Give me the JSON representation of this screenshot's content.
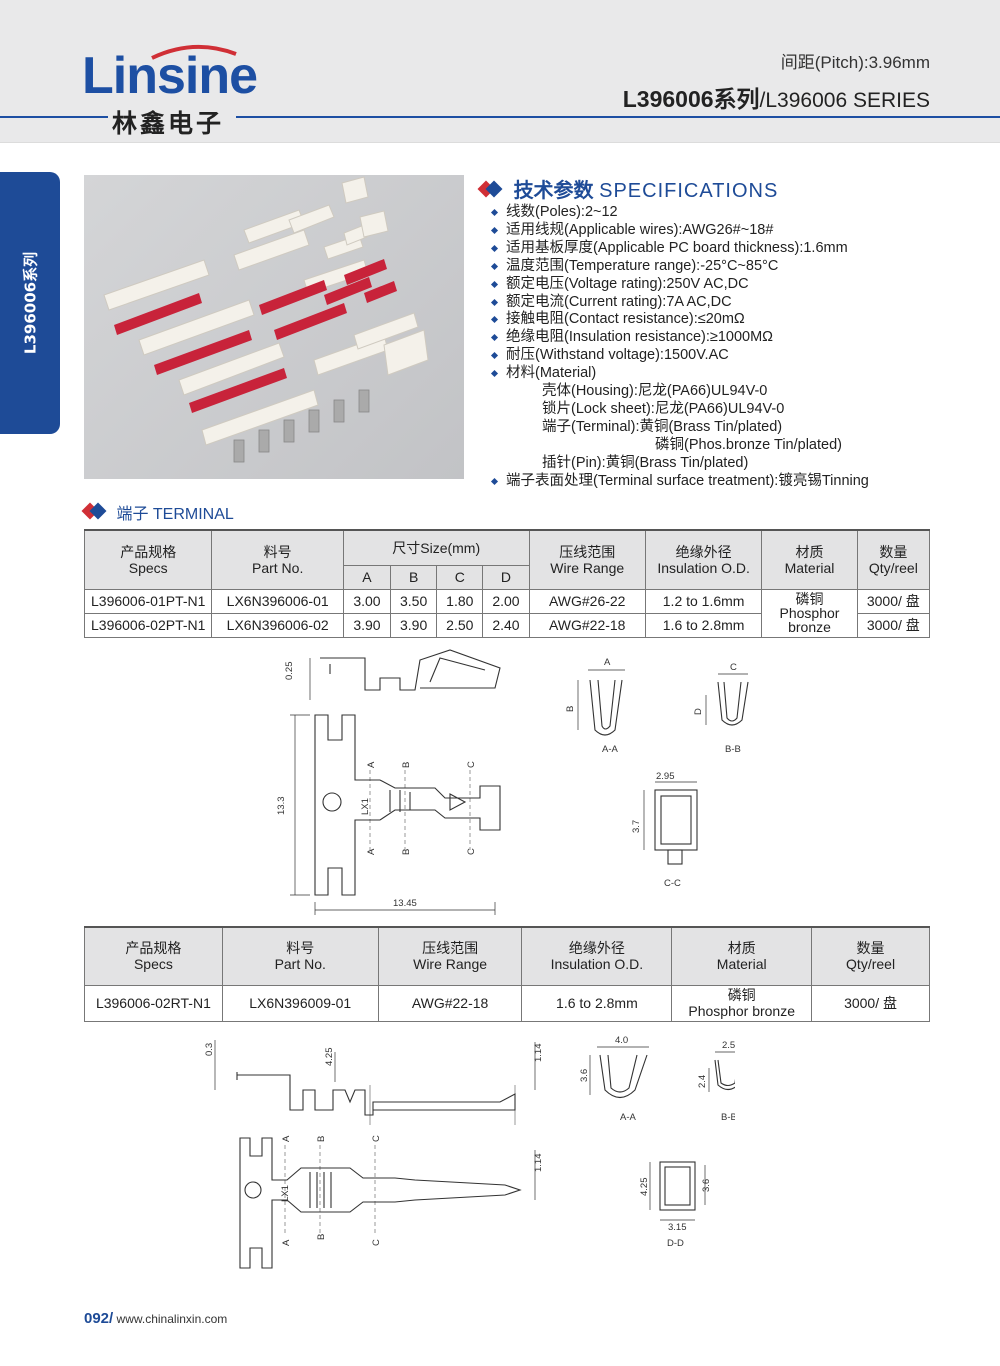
{
  "header": {
    "logo_word": "Linsine",
    "logo_cn": "林鑫电子",
    "pitch": "间距(Pitch):3.96mm",
    "series_bold": "L396006系列",
    "series_rest": "/L396006 SERIES"
  },
  "side_tab": "L396006系列",
  "specs": {
    "title_cn": "技术参数",
    "title_en": "SPECIFICATIONS",
    "items": [
      "线数(Poles):2~12",
      "适用线规(Applicable wires):AWG26#~18#",
      "适用基板厚度(Applicable PC board thickness):1.6mm",
      "温度范围(Temperature range):-25°C~85°C",
      "额定电压(Voltage rating):250V AC,DC",
      "额定电流(Current rating):7A AC,DC",
      "接触电阻(Contact resistance):≤20mΩ",
      "绝缘电阻(Insulation resistance):≥1000MΩ",
      "耐压(Withstand voltage):1500V.AC",
      "材料(Material)"
    ],
    "material": {
      "housing": "壳体(Housing):尼龙(PA66)UL94V-0",
      "lock": "锁片(Lock sheet):尼龙(PA66)UL94V-0",
      "terminal": "端子(Terminal):黄铜(Brass Tin/plated)",
      "terminal2": "磷铜(Phos.bronze Tin/plated)",
      "pin": "插针(Pin):黄铜(Brass Tin/plated)"
    },
    "finish": "端子表面处理(Terminal surface treatment):镀亮锡Tinning"
  },
  "terminal_title": "端子 TERMINAL",
  "table1": {
    "h_specs_cn": "产品规格",
    "h_specs_en": "Specs",
    "h_part_cn": "料号",
    "h_part_en": "Part No.",
    "h_size": "尺寸Size(mm)",
    "h_a": "A",
    "h_b": "B",
    "h_c": "C",
    "h_d": "D",
    "h_wire_cn": "压线范围",
    "h_wire_en": "Wire Range",
    "h_ins_cn": "绝缘外径",
    "h_ins_en": "Insulation O.D.",
    "h_mat_cn": "材质",
    "h_mat_en": "Material",
    "h_qty_cn": "数量",
    "h_qty_en": "Qty/reel",
    "material_cn": "磷铜",
    "material_en": "Phosphor bronze",
    "rows": [
      {
        "spec": "L396006-01PT-N1",
        "part": "LX6N396006-01",
        "a": "3.00",
        "b": "3.50",
        "c": "1.80",
        "d": "2.00",
        "wire": "AWG#26-22",
        "ins": "1.2 to 1.6mm",
        "qty": "3000/ 盘"
      },
      {
        "spec": "L396006-02PT-N1",
        "part": "LX6N396006-02",
        "a": "3.90",
        "b": "3.90",
        "c": "2.50",
        "d": "2.40",
        "wire": "AWG#22-18",
        "ins": "1.6 to 2.8mm",
        "qty": "3000/ 盘"
      }
    ]
  },
  "drawing1": {
    "d_025": "0.25",
    "d_133": "13.3",
    "d_1345": "13.45",
    "lbl_a": "A",
    "lbl_b": "B",
    "lbl_c": "C",
    "lbl_d": "D",
    "lx1": "LX1",
    "sec_aa": "A-A",
    "sec_bb": "B-B",
    "sec_cc": "C-C",
    "d_295": "2.95",
    "d_37": "3.7"
  },
  "table2": {
    "h_specs_cn": "产品规格",
    "h_specs_en": "Specs",
    "h_part_cn": "料号",
    "h_part_en": "Part No.",
    "h_wire_cn": "压线范围",
    "h_wire_en": "Wire Range",
    "h_ins_cn": "绝缘外径",
    "h_ins_en": "Insulation O.D.",
    "h_mat_cn": "材质",
    "h_mat_en": "Material",
    "h_qty_cn": "数量",
    "h_qty_en": "Qty/reel",
    "row": {
      "spec": "L396006-02RT-N1",
      "part": "LX6N396009-01",
      "wire": "AWG#22-18",
      "ins": "1.6 to 2.8mm",
      "mat_cn": "磷铜",
      "mat_en": "Phosphor bronze",
      "qty": "3000/ 盘"
    }
  },
  "drawing2": {
    "d_03": "0.3",
    "d_425": "4.25",
    "d_114": "1.14",
    "lbl_a": "A",
    "lbl_b": "B",
    "lbl_c": "C",
    "lx1": "LX1",
    "d_40": "4.0",
    "d_36": "3.6",
    "d_25": "2.5",
    "d_24": "2.4",
    "d_315": "3.15",
    "sec_aa": "A-A",
    "sec_bb": "B-B",
    "sec_dd": "D-D"
  },
  "footer": {
    "page": "092",
    "sep": "/",
    "url": "www.chinalinxin.com"
  }
}
